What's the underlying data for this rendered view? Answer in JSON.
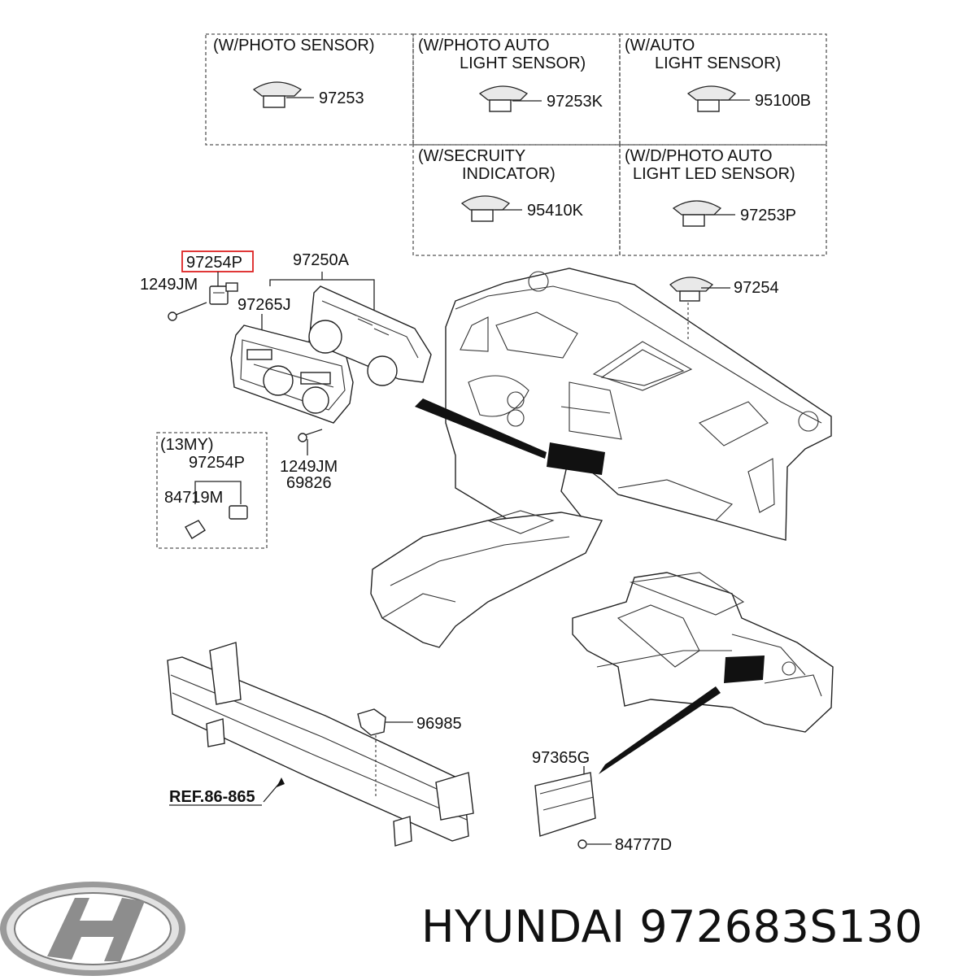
{
  "boxes": {
    "photo_sensor": {
      "title_1": "(W/PHOTO SENSOR)",
      "part": "97253"
    },
    "photo_auto": {
      "title_1": "(W/PHOTO  AUTO",
      "title_2": "LIGHT SENSOR)",
      "part": "97253K"
    },
    "auto_light": {
      "title_1": "(W/AUTO",
      "title_2": "LIGHT SENSOR)",
      "part": "95100B"
    },
    "security": {
      "title_1": "(W/SECRUITY",
      "title_2": "INDICATOR)",
      "part": "95410K"
    },
    "led_sensor": {
      "title_1": "(W/D/PHOTO  AUTO",
      "title_2": "LIGHT  LED SENSOR)",
      "part": "97253P"
    },
    "my13": {
      "title": "(13MY)",
      "part_a": "97254P",
      "part_b": "84719M"
    }
  },
  "labels": {
    "p97254P_highlight": "97254P",
    "p97250A": "97250A",
    "p1249JM_top": "1249JM",
    "p97265J": "97265J",
    "p97254": "97254",
    "p1249JM_bottom": "1249JM",
    "p69826": "69826",
    "p96985": "96985",
    "ref": "REF.86-865",
    "p97365G": "97365G",
    "p84777D": "84777D"
  },
  "footer": {
    "brand": "HYUNDAI",
    "part_number": "972683S130"
  },
  "colors": {
    "highlight": "#dd2222",
    "ink": "#111111"
  }
}
